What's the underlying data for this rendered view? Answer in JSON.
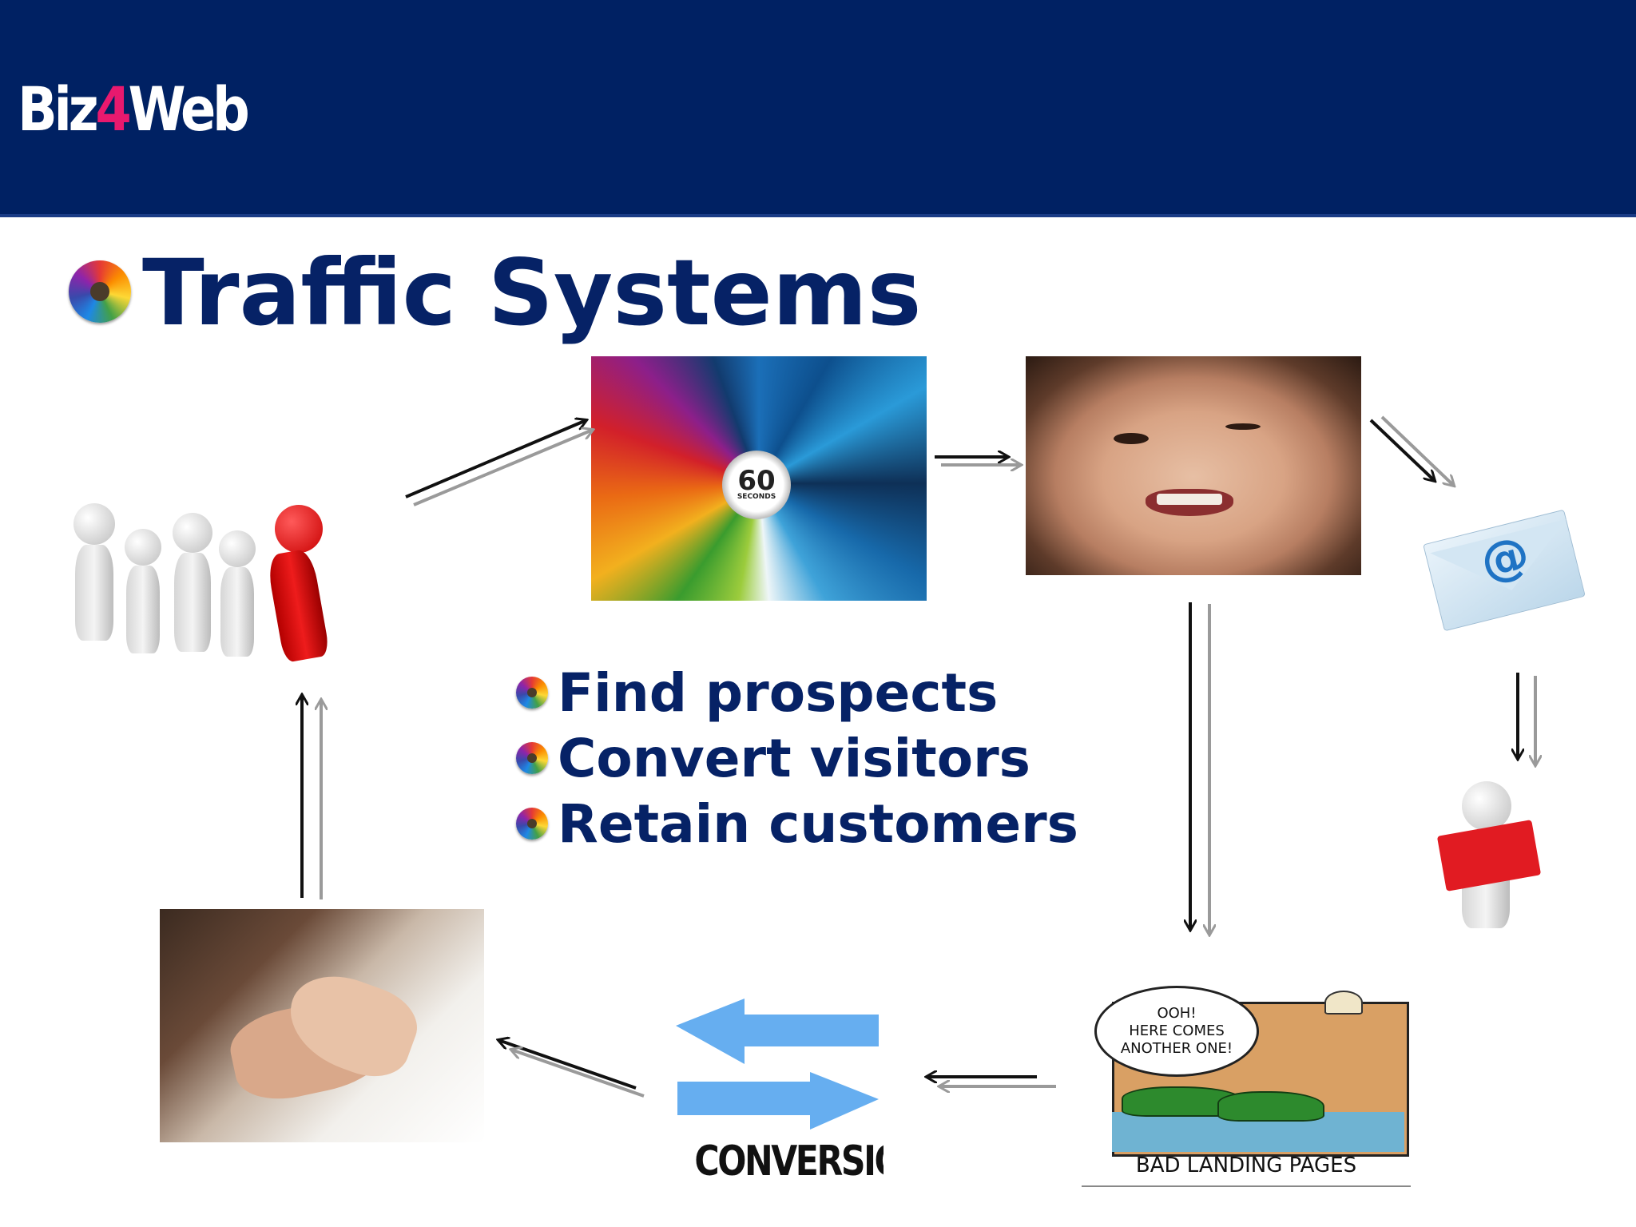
{
  "header": {
    "logo_part1": "Biz",
    "logo_part2": "4",
    "logo_part3": "Web",
    "background": "#002163",
    "accent": "#e8196e"
  },
  "slide": {
    "title": "Traffic Systems",
    "title_color": "#062266",
    "bullets": [
      "Find prospects",
      "Convert visitors",
      "Retain customers"
    ]
  },
  "images": {
    "infographic": {
      "icon": "stopwatch-icon",
      "line1": "60",
      "line2": "SECONDS"
    },
    "face": {
      "icon": "frowning-face-icon"
    },
    "email": {
      "icon": "at-sign",
      "glyph": "@"
    },
    "mailman": {
      "icon": "person-with-envelope-icon"
    },
    "crowd": {
      "icon": "running-people-icon"
    },
    "handshake": {
      "icon": "handshake-icon"
    },
    "comic": {
      "speech_lines": [
        "OOH!",
        "HERE COMES",
        "ANOTHER ONE!"
      ],
      "caption": "BAD LANDING PAGES"
    },
    "conversion": {
      "label": "CONVERSION",
      "arrow_color": "#66aef0"
    }
  }
}
